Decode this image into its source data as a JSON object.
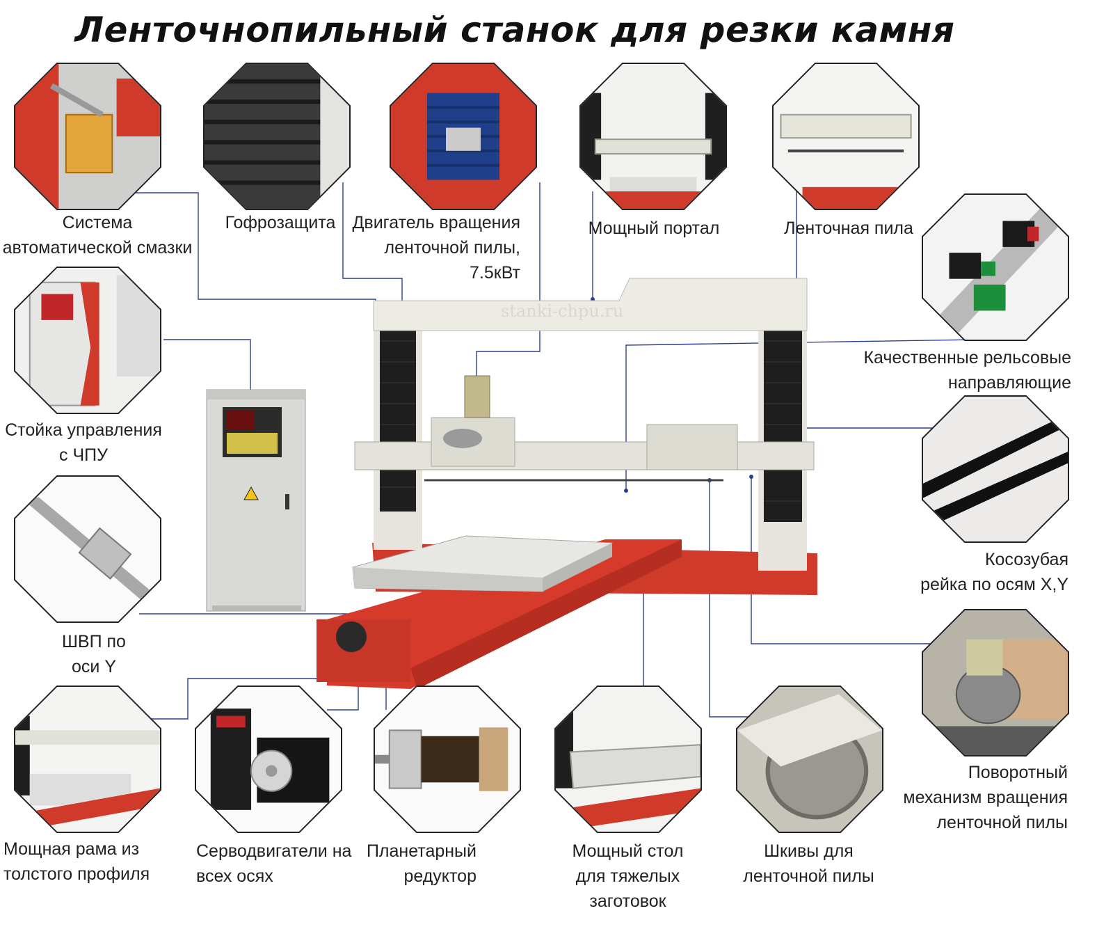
{
  "title": "Ленточнопильный станок для резки камня",
  "watermark": "stanki-chpu.ru",
  "colors": {
    "frame_red": "#d63a2a",
    "portal_white": "#ecebe4",
    "bellows_black": "#1e1e1e",
    "leader_line": "#2d3f8f"
  },
  "callouts": [
    {
      "id": "lubrication",
      "lines": [
        "Система",
        "автоматической смазки"
      ],
      "image": "oil-reservoir"
    },
    {
      "id": "bellows",
      "lines": [
        "Гофрозащита"
      ],
      "image": "bellows-cover"
    },
    {
      "id": "motor",
      "lines": [
        "Двигатель вращения",
        "ленточной пилы,",
        "7.5кВт"
      ],
      "image": "electric-motor"
    },
    {
      "id": "portal",
      "lines": [
        "Мощный портал"
      ],
      "image": "portal-frame"
    },
    {
      "id": "bandsaw",
      "lines": [
        "Ленточная пила"
      ],
      "image": "band-saw-frame"
    },
    {
      "id": "rails",
      "lines": [
        "Качественные рельсовые",
        "направляющие"
      ],
      "image": "linear-rail"
    },
    {
      "id": "cnc",
      "lines": [
        "Стойка управления",
        "с ЧПУ"
      ],
      "image": "cnc-cabinet"
    },
    {
      "id": "rack",
      "lines": [
        "Косозубая",
        "рейка по осям X,Y"
      ],
      "image": "gear-rack"
    },
    {
      "id": "ballscrew",
      "lines": [
        "ШВП по",
        "оси Y"
      ],
      "image": "ball-screw"
    },
    {
      "id": "rotary",
      "lines": [
        "Поворотный",
        "механизм вращения",
        "ленточной пилы"
      ],
      "image": "rotary-mechanism"
    },
    {
      "id": "frame",
      "lines": [
        "Мощная рама из",
        "толстого профиля"
      ],
      "image": "machine-frame"
    },
    {
      "id": "servo",
      "lines": [
        "Серводвигатели на",
        "всех осях"
      ],
      "image": "servo-motor"
    },
    {
      "id": "gearbox",
      "lines": [
        "Планетарный",
        "редуктор"
      ],
      "image": "planetary-gearbox"
    },
    {
      "id": "table",
      "lines": [
        "Мощный стол",
        "для тяжелых",
        "заготовок"
      ],
      "image": "work-table"
    },
    {
      "id": "pulleys",
      "lines": [
        "Шкивы для",
        "ленточной пилы"
      ],
      "image": "saw-pulley"
    }
  ]
}
